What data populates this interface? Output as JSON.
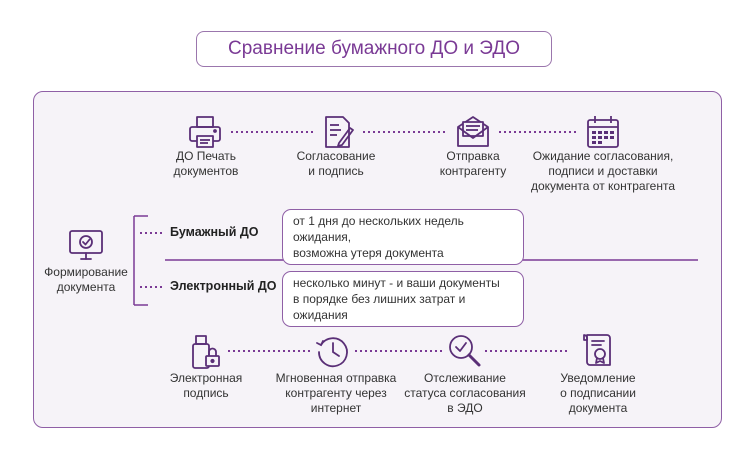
{
  "title": "Сравнение бумажного ДО и ЭДО",
  "colors": {
    "accent": "#7a3a95",
    "border": "#8f5fa6",
    "icon": "#5a2f77",
    "panel_bg": "#f6f3f8"
  },
  "top_steps": [
    {
      "icon": "printer-icon",
      "label": "ДО Печать\nдокументов"
    },
    {
      "icon": "document-pen-icon",
      "label": "Согласование\nи подпись"
    },
    {
      "icon": "envelope-icon",
      "label": "Отправка\nконтрагенту"
    },
    {
      "icon": "calendar-icon",
      "label": "Ожидание согласования,\nподписи и доставки\nдокумента от контрагента"
    }
  ],
  "start": {
    "icon": "monitor-check-icon",
    "label": "Формирование\nдокумента"
  },
  "paper": {
    "label": "Бумажный ДО",
    "description": "от 1 дня до нескольких недель ожидания,\nвозможна утеря документа"
  },
  "electronic": {
    "label": "Электронный ДО",
    "description": "несколько минут - и ваши документы\nв порядке без лишних затрат и ожидания"
  },
  "bottom_steps": [
    {
      "icon": "usb-lock-icon",
      "label": "Электронная\nподпись"
    },
    {
      "icon": "clock-icon",
      "label": "Мгновенная отправка\nконтрагенту через\nинтернет"
    },
    {
      "icon": "magnifier-check-icon",
      "label": "Отслеживание\nстатуса согласования\nв ЭДО"
    },
    {
      "icon": "certificate-icon",
      "label": "Уведомление\nо подписании\nдокумента"
    }
  ]
}
